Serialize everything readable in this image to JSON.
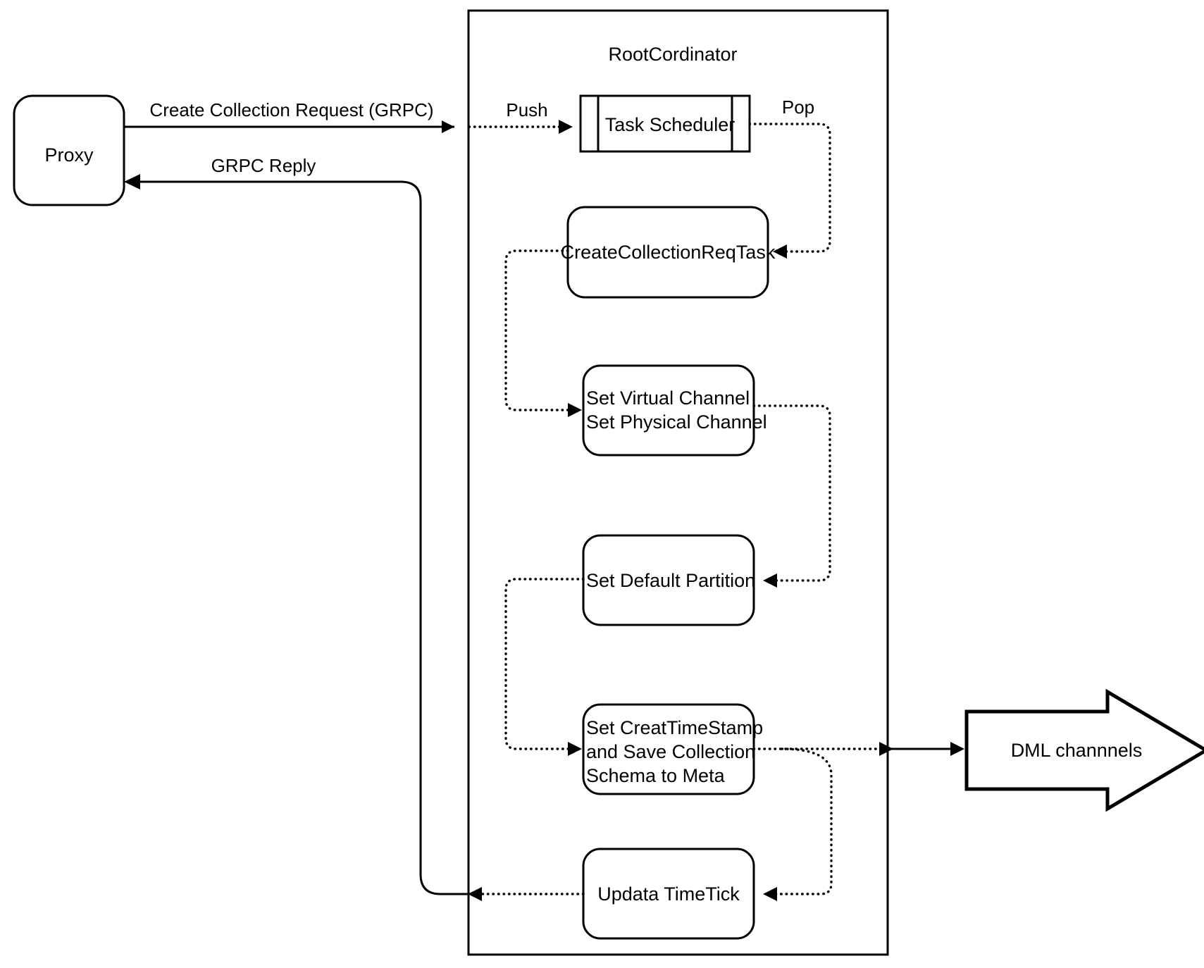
{
  "diagram": {
    "title_container": "RootCordinator",
    "external_nodes": [
      {
        "id": "proxy",
        "label": "Proxy",
        "shape": "rounded-rect"
      },
      {
        "id": "dml-channels",
        "label": "DML channnels",
        "shape": "block-arrow"
      }
    ],
    "container_nodes": [
      {
        "id": "task-scheduler",
        "label": "Task Scheduler",
        "shape": "process-queue"
      },
      {
        "id": "create-collection-req-task",
        "label": "CreateCollectionReqTask",
        "shape": "rounded-rect"
      },
      {
        "id": "set-channels",
        "label_lines": [
          "Set Virtual Channel",
          "Set Physical Channel"
        ],
        "shape": "rounded-rect"
      },
      {
        "id": "set-default-partition",
        "label": "Set Default Partition",
        "shape": "rounded-rect"
      },
      {
        "id": "set-create-timestamp",
        "label_lines": [
          "Set CreatTimeStamp",
          "and Save Collection",
          "Schema to Meta"
        ],
        "shape": "rounded-rect"
      },
      {
        "id": "update-timetick",
        "label": "Updata TimeTick",
        "shape": "rounded-rect"
      }
    ],
    "edge_labels": {
      "create_collection_request": "Create Collection Request (GRPC)",
      "grpc_reply": "GRPC Reply",
      "push": "Push",
      "pop": "Pop"
    },
    "colors": {
      "stroke": "#000000",
      "fill": "#ffffff",
      "background": "#ffffff"
    }
  }
}
